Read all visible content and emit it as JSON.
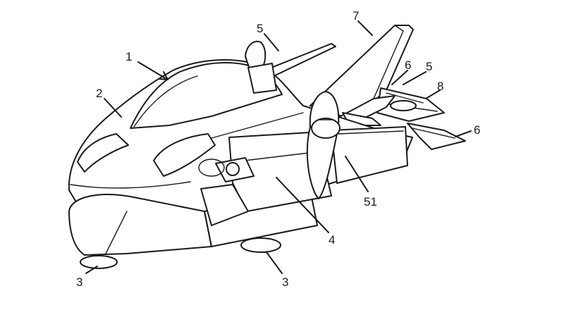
{
  "figure": {
    "labels": {
      "vehicle": "1",
      "cockpit": "2",
      "wheel_front": "3",
      "wheel_rear": "3",
      "body_section": "4",
      "rotor_top": "5",
      "rotor_rear": "5",
      "fin_upper": "6",
      "fin_lower": "6",
      "wing": "7",
      "tail_unit": "8",
      "propeller_hub": "51"
    }
  }
}
